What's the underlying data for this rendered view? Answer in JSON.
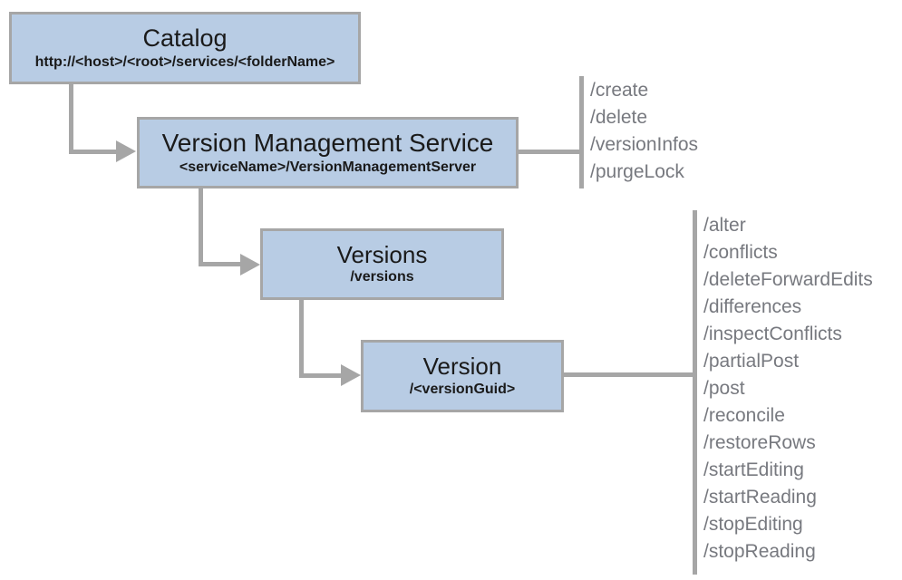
{
  "colors": {
    "node_fill": "#b8cce4",
    "node_border": "#a6a6a6",
    "connector": "#a6a6a6",
    "title_text": "#1a1a1a",
    "endpoint_text": "#77797f"
  },
  "nodes": {
    "catalog": {
      "title": "Catalog",
      "subtitle": "http://<host>/<root>/services/<folderName>"
    },
    "vms": {
      "title": "Version Management Service",
      "subtitle": "<serviceName>/VersionManagementServer"
    },
    "versions": {
      "title": "Versions",
      "subtitle": "/versions"
    },
    "version": {
      "title": "Version",
      "subtitle": "/<versionGuid>"
    }
  },
  "endpoints": {
    "vms": [
      "/create",
      "/delete",
      "/versionInfos",
      "/purgeLock"
    ],
    "version": [
      "/alter",
      "/conflicts",
      "/deleteForwardEdits",
      "/differences",
      "/inspectConflicts",
      "/partialPost",
      "/post",
      "/reconcile",
      "/restoreRows",
      "/startEditing",
      "/startReading",
      "/stopEditing",
      "/stopReading"
    ]
  }
}
